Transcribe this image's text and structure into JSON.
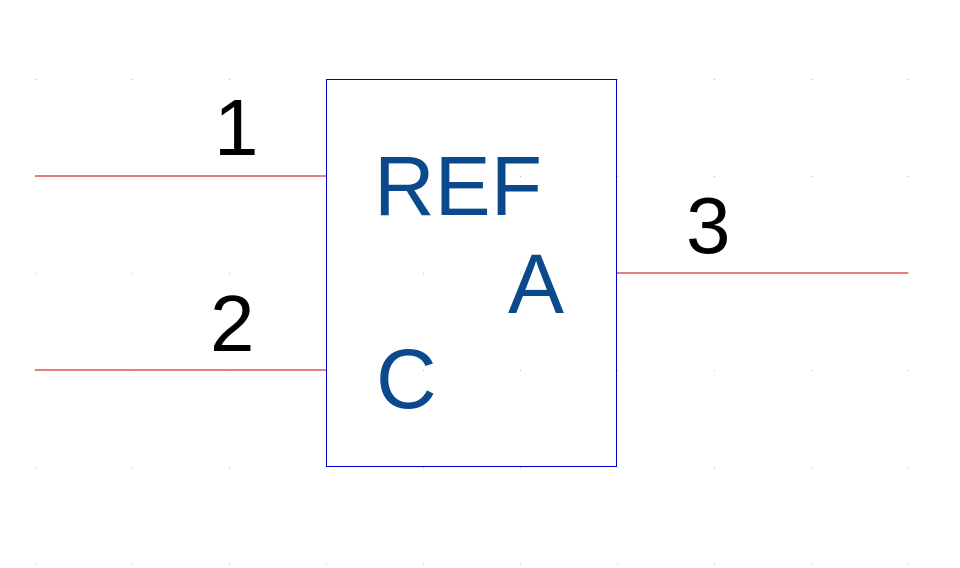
{
  "symbol": {
    "reference_label": "REF",
    "anode_label": "A",
    "cathode_label": "C",
    "body_outline_color": "#0000cc",
    "label_color": "#0a4a8c"
  },
  "pins": [
    {
      "number": "1"
    },
    {
      "number": "2"
    },
    {
      "number": "3"
    }
  ],
  "wire_color": "#cc0000",
  "grid_dot_color": "#bbbbbb"
}
